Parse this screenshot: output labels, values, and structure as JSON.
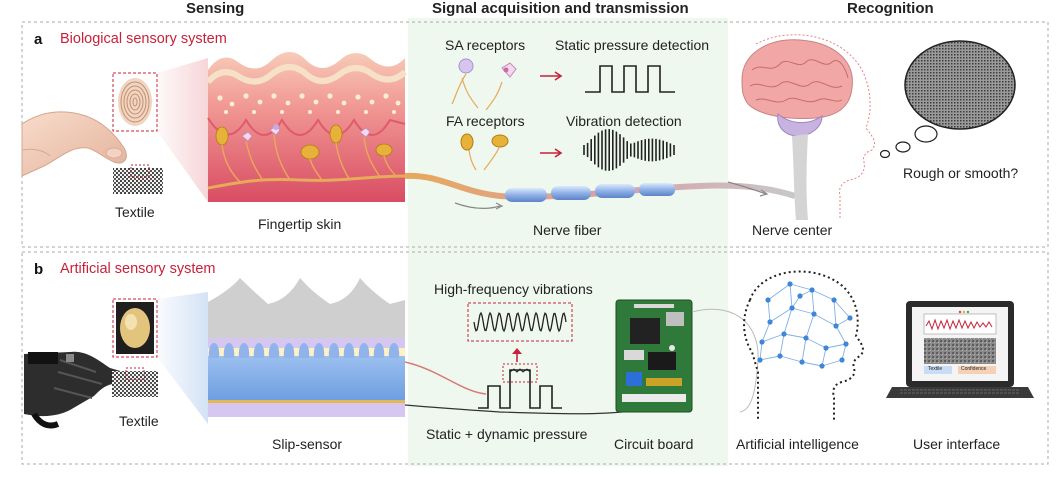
{
  "headers": {
    "sensing": "Sensing",
    "signal": "Signal acquisition and transmission",
    "recognition": "Recognition"
  },
  "panel_a": {
    "letter": "a",
    "title": "Biological sensory system",
    "textile": "Textile",
    "fingertip_skin": "Fingertip skin",
    "sa_receptors": "SA receptors",
    "static_detection": "Static pressure detection",
    "fa_receptors": "FA receptors",
    "vibration_detection": "Vibration detection",
    "nerve_fiber": "Nerve fiber",
    "nerve_center": "Nerve center",
    "question": "Rough or smooth?"
  },
  "panel_b": {
    "letter": "b",
    "title": "Artificial sensory system",
    "textile": "Textile",
    "slip_sensor": "Slip-sensor",
    "hf_vibrations": "High-frequency vibrations",
    "pressure": "Static + dynamic pressure",
    "circuit_board": "Circuit board",
    "ai": "Artificial intelligence",
    "ui": "User interface",
    "screen_labels": [
      "Textile",
      "Confidence"
    ]
  },
  "colors": {
    "accent_red": "#c8213a",
    "signal_bg": "#eef8ee",
    "skin_pink": "#e46a7c",
    "brain_pink": "#f1a7a6",
    "ai_blue": "#3f86d6"
  }
}
